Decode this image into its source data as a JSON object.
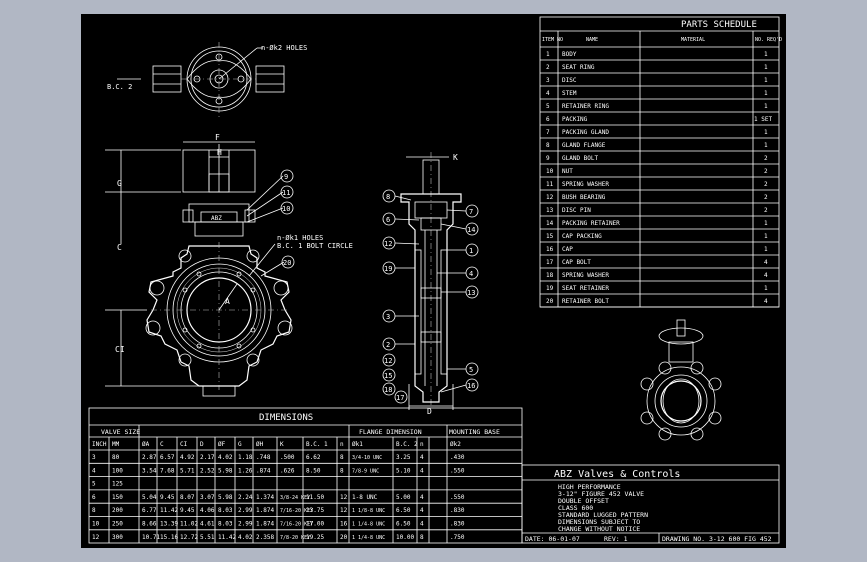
{
  "parts_schedule": {
    "title": "PARTS SCHEDULE",
    "headers": {
      "item": "ITEM NO",
      "name": "NAME",
      "material": "MATERIAL",
      "qty": "NO. REQ'D"
    },
    "rows": [
      {
        "no": "1",
        "name": "BODY",
        "qty": "1"
      },
      {
        "no": "2",
        "name": "SEAT RING",
        "qty": "1"
      },
      {
        "no": "3",
        "name": "DISC",
        "qty": "1"
      },
      {
        "no": "4",
        "name": "STEM",
        "qty": "1"
      },
      {
        "no": "5",
        "name": "RETAINER RING",
        "qty": "1"
      },
      {
        "no": "6",
        "name": "PACKING",
        "qty": "1 SET"
      },
      {
        "no": "7",
        "name": "PACKING GLAND",
        "qty": "1"
      },
      {
        "no": "8",
        "name": "GLAND FLANGE",
        "qty": "1"
      },
      {
        "no": "9",
        "name": "GLAND BOLT",
        "qty": "2"
      },
      {
        "no": "10",
        "name": "NUT",
        "qty": "2"
      },
      {
        "no": "11",
        "name": "SPRING WASHER",
        "qty": "2"
      },
      {
        "no": "12",
        "name": "BUSH BEARING",
        "qty": "2"
      },
      {
        "no": "13",
        "name": "DISC PIN",
        "qty": "2"
      },
      {
        "no": "14",
        "name": "PACKING RETAINER",
        "qty": "1"
      },
      {
        "no": "15",
        "name": "CAP PACKING",
        "qty": "1"
      },
      {
        "no": "16",
        "name": "CAP",
        "qty": "1"
      },
      {
        "no": "17",
        "name": "CAP BOLT",
        "qty": "4"
      },
      {
        "no": "18",
        "name": "SPRING WASHER",
        "qty": "4"
      },
      {
        "no": "19",
        "name": "SEAT RETAINER",
        "qty": "1"
      },
      {
        "no": "20",
        "name": "RETAINER BOLT",
        "qty": "4"
      }
    ]
  },
  "dimensions": {
    "title": "DIMENSIONS",
    "group_valve_size": "VALVE SIZE",
    "group_flange": "FLANGE DIMENSION",
    "group_mounting": "MOUNTING BASE",
    "columns": [
      "INCH",
      "MM",
      "ØA",
      "C",
      "CI",
      "D",
      "ØF",
      "G",
      "ØH",
      "K",
      "B.C. 1",
      "n",
      "Øk1",
      "B.C. 2",
      "n",
      "Øk2"
    ],
    "rows": [
      [
        "3",
        "80",
        "2.87",
        "6.57",
        "4.92",
        "2.17",
        "4.02",
        "1.18",
        ".748",
        ".500",
        "6.62",
        "8",
        "3/4-10 UNC",
        "3.25",
        "4",
        ".430"
      ],
      [
        "4",
        "100",
        "3.54",
        "7.68",
        "5.71",
        "2.52",
        "5.98",
        "1.26",
        ".874",
        ".626",
        "8.50",
        "8",
        "7/8-9 UNC",
        "5.10",
        "4",
        ".550"
      ],
      [
        "5",
        "125",
        "",
        "",
        "",
        "",
        "",
        "",
        "",
        "",
        "",
        "",
        "",
        "",
        "",
        ""
      ],
      [
        "6",
        "150",
        "5.04",
        "9.45",
        "8.07",
        "3.07",
        "5.98",
        "2.24",
        "1.374",
        "3/8-24 KEY",
        "11.50",
        "12",
        "1-8 UNC",
        "5.00",
        "4",
        ".550"
      ],
      [
        "8",
        "200",
        "6.77",
        "11.42",
        "9.45",
        "4.06",
        "8.03",
        "2.99",
        "1.874",
        "7/16-20 KEY",
        "13.75",
        "12",
        "1 1/8-8 UNC",
        "6.50",
        "4",
        ".830"
      ],
      [
        "10",
        "250",
        "8.66",
        "13.39",
        "11.02",
        "4.61",
        "8.03",
        "2.99",
        "1.874",
        "7/16-20 KEY",
        "17.00",
        "16",
        "1 1/4-8 UNC",
        "6.50",
        "4",
        ".830"
      ],
      [
        "12",
        "300",
        "10.71",
        "15.16",
        "12.72",
        "5.51",
        "11.42",
        "4.02",
        "2.358",
        "7/8-20 KEY",
        "19.25",
        "20",
        "1 1/4-8 UNC",
        "10.00",
        "8",
        ".750"
      ]
    ]
  },
  "title_block": {
    "company": "ABZ Valves & Controls",
    "notes": [
      "HIGH PERFORMANCE",
      "3-12\" FIGURE 452 VALVE",
      "DOUBLE OFFSET",
      "CLASS 600",
      "STANDARD LUGGED PATTERN",
      "DIMENSIONS SUBJECT TO",
      "CHANGE WITHOUT NOTICE"
    ],
    "date": "DATE: 06-01-07",
    "rev": "REV: 1",
    "drawing_no": "DRAWING NO. 3-12 600 FIG 452"
  },
  "drawing_labels": {
    "holes_top": "n-Øk2 HOLES",
    "bc2": "B.C. 2",
    "f": "F",
    "h": "H",
    "g": "G",
    "c": "C",
    "ci": "CI",
    "a": "A",
    "holes_mid": "n-Øk1 HOLES",
    "bc1": "B.C. 1 BOLT CIRCLE",
    "k": "K",
    "d": "D",
    "balloons_front": [
      "9",
      "11",
      "10",
      "20"
    ],
    "balloons_side_left": [
      "8",
      "6",
      "12",
      "19",
      "3",
      "2",
      "12",
      "15",
      "18",
      "17"
    ],
    "balloons_side_right": [
      "7",
      "14",
      "1",
      "4",
      "13",
      "5",
      "16"
    ]
  },
  "colors": {
    "background": "#b1b7c4",
    "sheet": "#000000",
    "ink": "#ffffff"
  }
}
